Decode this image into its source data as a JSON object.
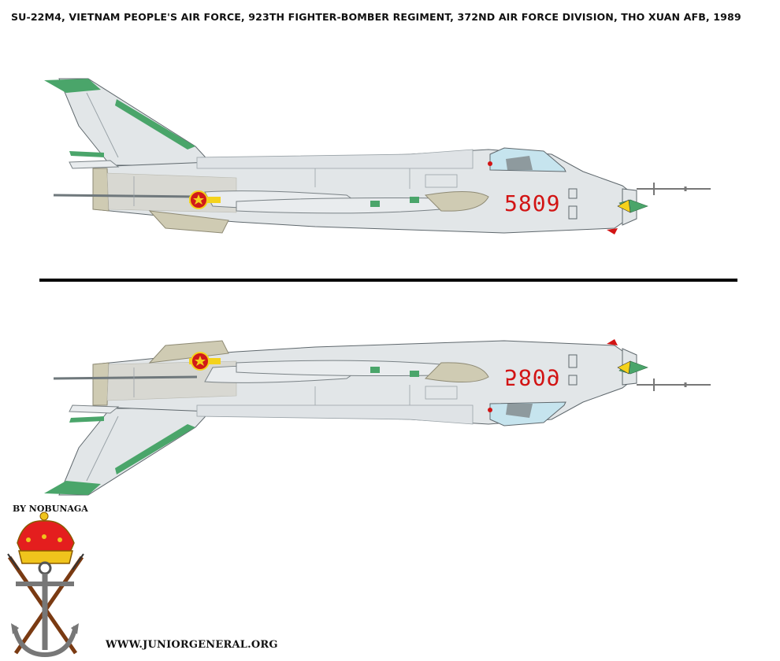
{
  "title": "SU-22M4, VIETNAM PEOPLE'S AIR FORCE, 923TH FIGHTER-BOMBER REGIMENT, 372ND AIR FORCE DIVISION, THO XUAN AFB, 1989",
  "side_view": {
    "serial": "5809",
    "serial_mirrored": "5809"
  },
  "byline": "BY NOBUNAGA",
  "website": "WWW.JUNIORGENERAL.ORG",
  "colors": {
    "airframe": "#e2e6e8",
    "panel_line": "#9aa3a8",
    "wing_tip": "#4aa56a",
    "tan": "#cfcbb3",
    "serial_red": "#d21414",
    "roundel_red": "#d11a1a",
    "roundel_yellow": "#f4d21c",
    "canopy": "#c6e4ee",
    "crown_red": "#e41e1e",
    "crown_gold": "#f0c41c"
  },
  "icons": [
    "vpaf-roundel-icon",
    "crown-emblem-icon",
    "anchor-icon",
    "crossed-rifles-icon"
  ]
}
